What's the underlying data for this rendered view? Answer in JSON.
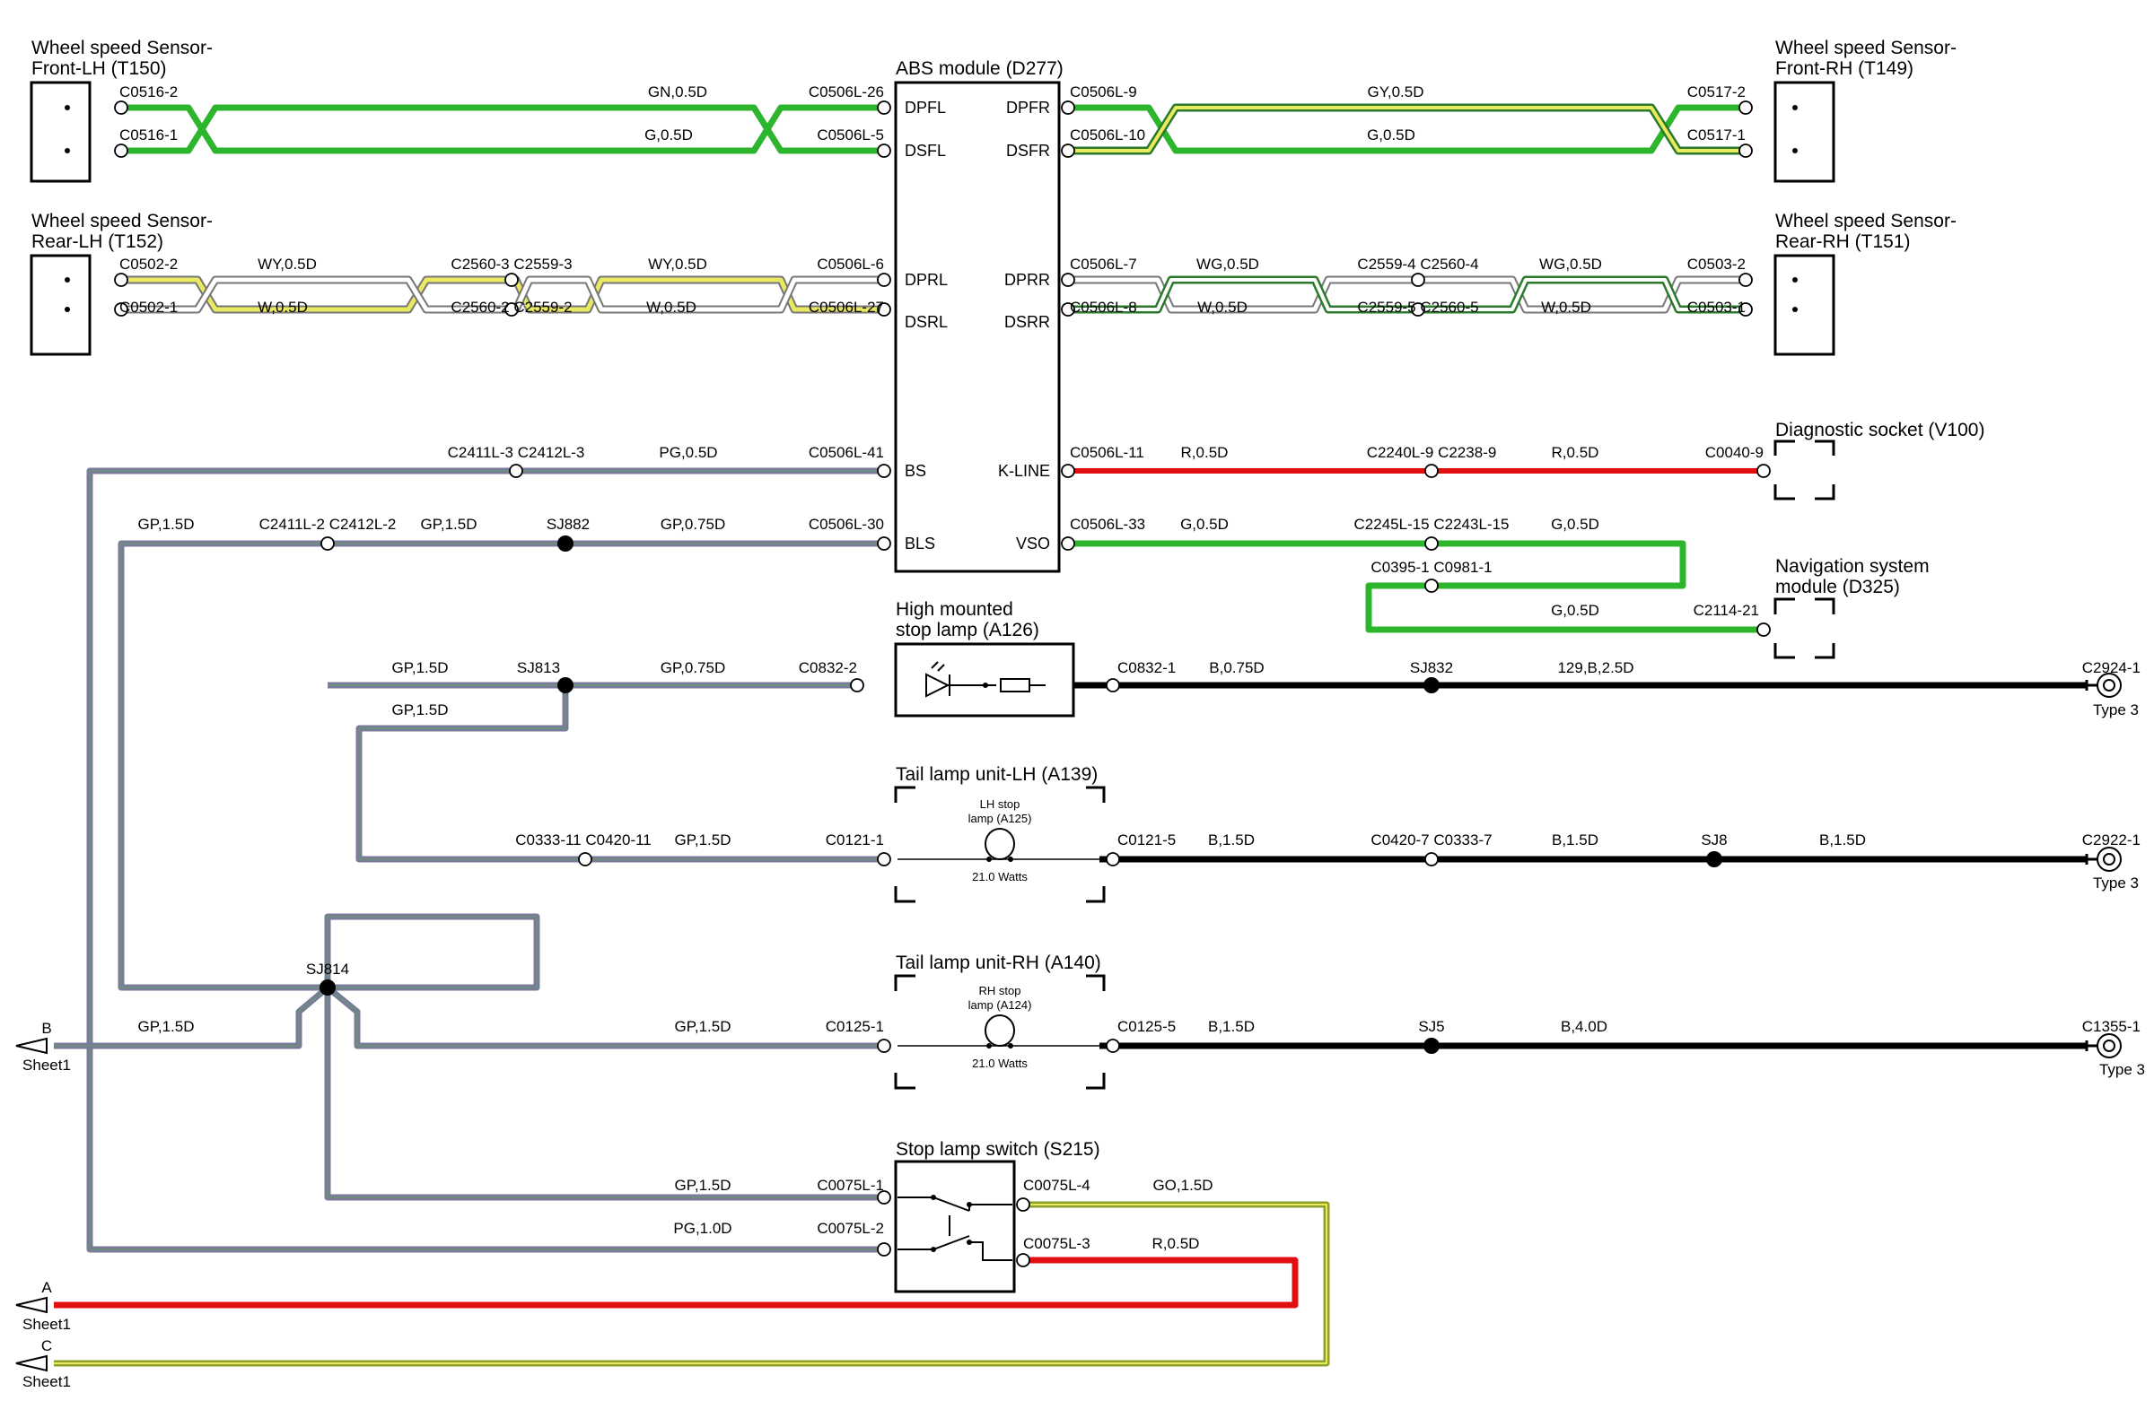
{
  "components": {
    "ws_front_lh": {
      "title": "Wheel speed Sensor-",
      "subtitle": "Front-LH (T150)"
    },
    "ws_front_rh": {
      "title": "Wheel speed Sensor-",
      "subtitle": "Front-RH (T149)"
    },
    "ws_rear_lh": {
      "title": "Wheel speed Sensor-",
      "subtitle": "Rear-LH (T152)"
    },
    "ws_rear_rh": {
      "title": "Wheel speed Sensor-",
      "subtitle": "Rear-RH (T151)"
    },
    "abs": {
      "title": "ABS module (D277)",
      "pins": {
        "dpfl": "DPFL",
        "dsfl": "DSFL",
        "dprl": "DPRL",
        "dsrl": "DSRL",
        "bs": "BS",
        "bls": "BLS",
        "dpfr": "DPFR",
        "dsfr": "DSFR",
        "dprr": "DPRR",
        "dsrr": "DSRR",
        "kline": "K-LINE",
        "vso": "VSO"
      }
    },
    "diag_socket": {
      "title": "Diagnostic socket (V100)"
    },
    "nav": {
      "title": "Navigation system",
      "subtitle": "module (D325)"
    },
    "hmsl": {
      "title": "High mounted",
      "subtitle": "stop lamp (A126)"
    },
    "tail_lh": {
      "title": "Tail lamp unit-LH (A139)",
      "lamp1": "LH stop",
      "lamp2": "lamp (A125)",
      "watts": "21.0 Watts"
    },
    "tail_rh": {
      "title": "Tail lamp unit-RH (A140)",
      "lamp1": "RH stop",
      "lamp2": "lamp (A124)",
      "watts": "21.0 Watts"
    },
    "stop_switch": {
      "title": "Stop lamp switch (S215)"
    }
  },
  "connectors": {
    "c0516_2": "C0516-2",
    "c0516_1": "C0516-1",
    "c0506l_26": "C0506L-26",
    "c0506l_5": "C0506L-5",
    "c0506l_9": "C0506L-9",
    "c0506l_10": "C0506L-10",
    "c0517_2": "C0517-2",
    "c0517_1": "C0517-1",
    "c0502_2": "C0502-2",
    "c0502_1": "C0502-1",
    "c2560_3_c2559_3": "C2560-3 C2559-3",
    "c2560_2_c2559_2": "C2560-2 C2559-2",
    "c0506l_6": "C0506L-6",
    "c0506l_27": "C0506L-27",
    "c0506l_7": "C0506L-7",
    "c0506l_8": "C0506L-8",
    "c2559_4_c2560_4": "C2559-4 C2560-4",
    "c2559_5_c2560_5": "C2559-5 C2560-5",
    "c0503_2": "C0503-2",
    "c0503_1": "C0503-1",
    "c2411l_3_c2412l_3": "C2411L-3 C2412L-3",
    "c0506l_41": "C0506L-41",
    "c0506l_11": "C0506L-11",
    "c2240l_9_c2238_9": "C2240L-9 C2238-9",
    "c0040_9": "C0040-9",
    "c2411l_2_c2412l_2": "C2411L-2 C2412L-2",
    "sj882": "SJ882",
    "c0506l_30": "C0506L-30",
    "c0506l_33": "C0506L-33",
    "c2245l_15_c2243l_15": "C2245L-15 C2243L-15",
    "c0395_1_c0981_1": "C0395-1 C0981-1",
    "c2114_21": "C2114-21",
    "sj813": "SJ813",
    "c0832_2": "C0832-2",
    "c0832_1": "C0832-1",
    "sj832": "SJ832",
    "c2924_1": "C2924-1",
    "type3a": "Type 3",
    "c0333_11_c0420_11": "C0333-11 C0420-11",
    "c0121_1": "C0121-1",
    "c0121_5": "C0121-5",
    "c0420_7_c0333_7": "C0420-7 C0333-7",
    "sj8": "SJ8",
    "c2922_1": "C2922-1",
    "type3b": "Type 3",
    "sj814": "SJ814",
    "c0125_1": "C0125-1",
    "c0125_5": "C0125-5",
    "sj5": "SJ5",
    "c1355_1": "C1355-1",
    "type3c": "Type 3",
    "c0075l_1": "C0075L-1",
    "c0075l_2": "C0075L-2",
    "c0075l_4": "C0075L-4",
    "c0075l_3": "C0075L-3"
  },
  "wires": {
    "gn05": "GN,0.5D",
    "g05a": "G,0.5D",
    "gy05": "GY,0.5D",
    "g05b": "G,0.5D",
    "wy05a": "WY,0.5D",
    "w05a": "W,0.5D",
    "wy05b": "WY,0.5D",
    "w05b": "W,0.5D",
    "wg05a": "WG,0.5D",
    "w05c": "W,0.5D",
    "wg05b": "WG,0.5D",
    "w05d": "W,0.5D",
    "pg05": "PG,0.5D",
    "r05a": "R,0.5D",
    "r05b": "R,0.5D",
    "gp15a": "GP,1.5D",
    "gp15b": "GP,1.5D",
    "gp075a": "GP,0.75D",
    "g05c": "G,0.5D",
    "g05d": "G,0.5D",
    "g05e": "G,0.5D",
    "gp15c": "GP,1.5D",
    "gp075b": "GP,0.75D",
    "b075": "B,0.75D",
    "b25": "129,B,2.5D",
    "gp15d": "GP,1.5D",
    "gp15e": "GP,1.5D",
    "b15a": "B,1.5D",
    "b15b": "B,1.5D",
    "b15c": "B,1.5D",
    "gp15f": "GP,1.5D",
    "gp15g": "GP,1.5D",
    "b15d": "B,1.5D",
    "b40": "B,4.0D",
    "gp15h": "GP,1.5D",
    "pg10": "PG,1.0D",
    "go15": "GO,1.5D",
    "r05c": "R,0.5D"
  },
  "sheet_refs": {
    "b": {
      "letter": "B",
      "sheet": "Sheet1"
    },
    "a": {
      "letter": "A",
      "sheet": "Sheet1"
    },
    "c": {
      "letter": "C",
      "sheet": "Sheet1"
    }
  },
  "colors": {
    "green": "#2db52d",
    "yellow": "#eaea60",
    "red": "#e01010",
    "grey_green": "#6b8f7c",
    "purple_grey": "#7a7a9a",
    "black": "#000000",
    "olive": "#8ea02a"
  }
}
